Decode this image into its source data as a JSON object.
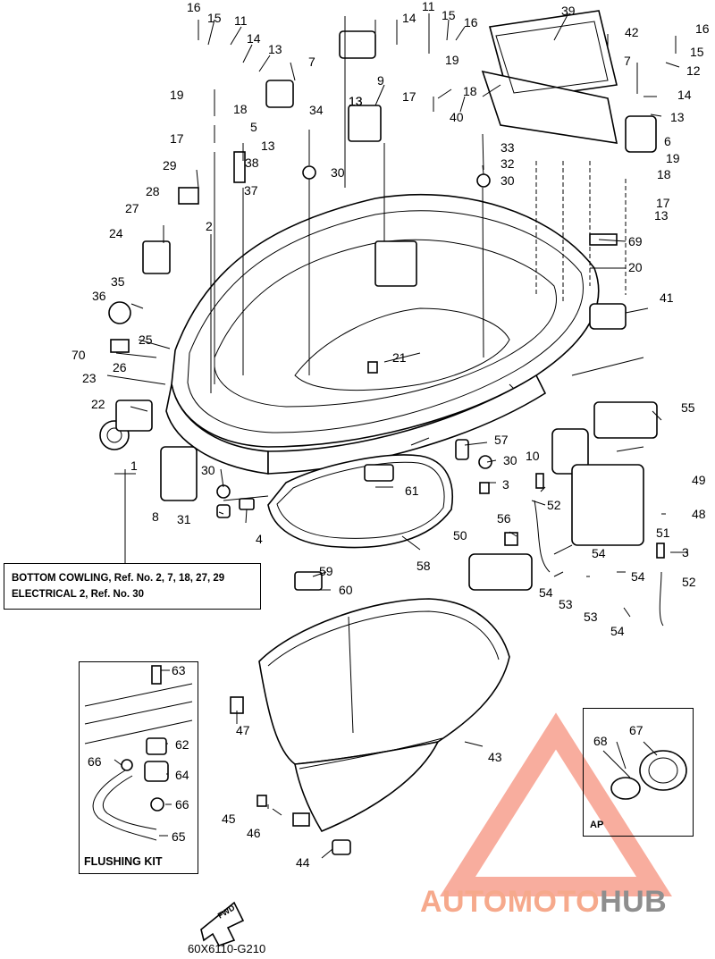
{
  "labels": [
    "16",
    "15",
    "11",
    "14",
    "13",
    "7",
    "5",
    "13",
    "14",
    "11",
    "15",
    "16",
    "39",
    "42",
    "16",
    "15",
    "12",
    "7",
    "14",
    "13",
    "6",
    "19",
    "18",
    "17",
    "13",
    "19",
    "9",
    "17",
    "18",
    "40",
    "13",
    "34",
    "33",
    "32",
    "30",
    "30",
    "19",
    "18",
    "17",
    "13",
    "38",
    "29",
    "37",
    "28",
    "27",
    "2",
    "24",
    "36",
    "35",
    "70",
    "25",
    "26",
    "23",
    "22",
    "69",
    "20",
    "41",
    "21",
    "1",
    "57",
    "30",
    "10",
    "55",
    "49",
    "48",
    "30",
    "8",
    "31",
    "4",
    "61",
    "3",
    "52",
    "51",
    "3",
    "56",
    "50",
    "54",
    "54",
    "53",
    "53",
    "54",
    "52",
    "54",
    "58",
    "59",
    "60",
    "63",
    "62",
    "66",
    "64",
    "66",
    "65",
    "47",
    "43",
    "45",
    "46",
    "44",
    "68",
    "67"
  ],
  "note_box": {
    "line1": "BOTTOM COWLING, Ref. No. 2, 7, 18, 27, 29",
    "line2": "ELECTRICAL 2, Ref. No. 30"
  },
  "flushing_kit": {
    "title": "FLUSHING KIT"
  },
  "ap_box": {
    "label": "AP"
  },
  "fwd_arrow": {
    "label": "FWD"
  },
  "diagram_code": "60X6110-G210",
  "watermark": {
    "part1": "AUTOMOTO",
    "part2": "HUB",
    "accent": "#f6a98c",
    "grey": "#8e8e8e"
  },
  "colors": {
    "ink": "#000000",
    "paper": "#ffffff",
    "watermark_red": "#f26a4f"
  }
}
